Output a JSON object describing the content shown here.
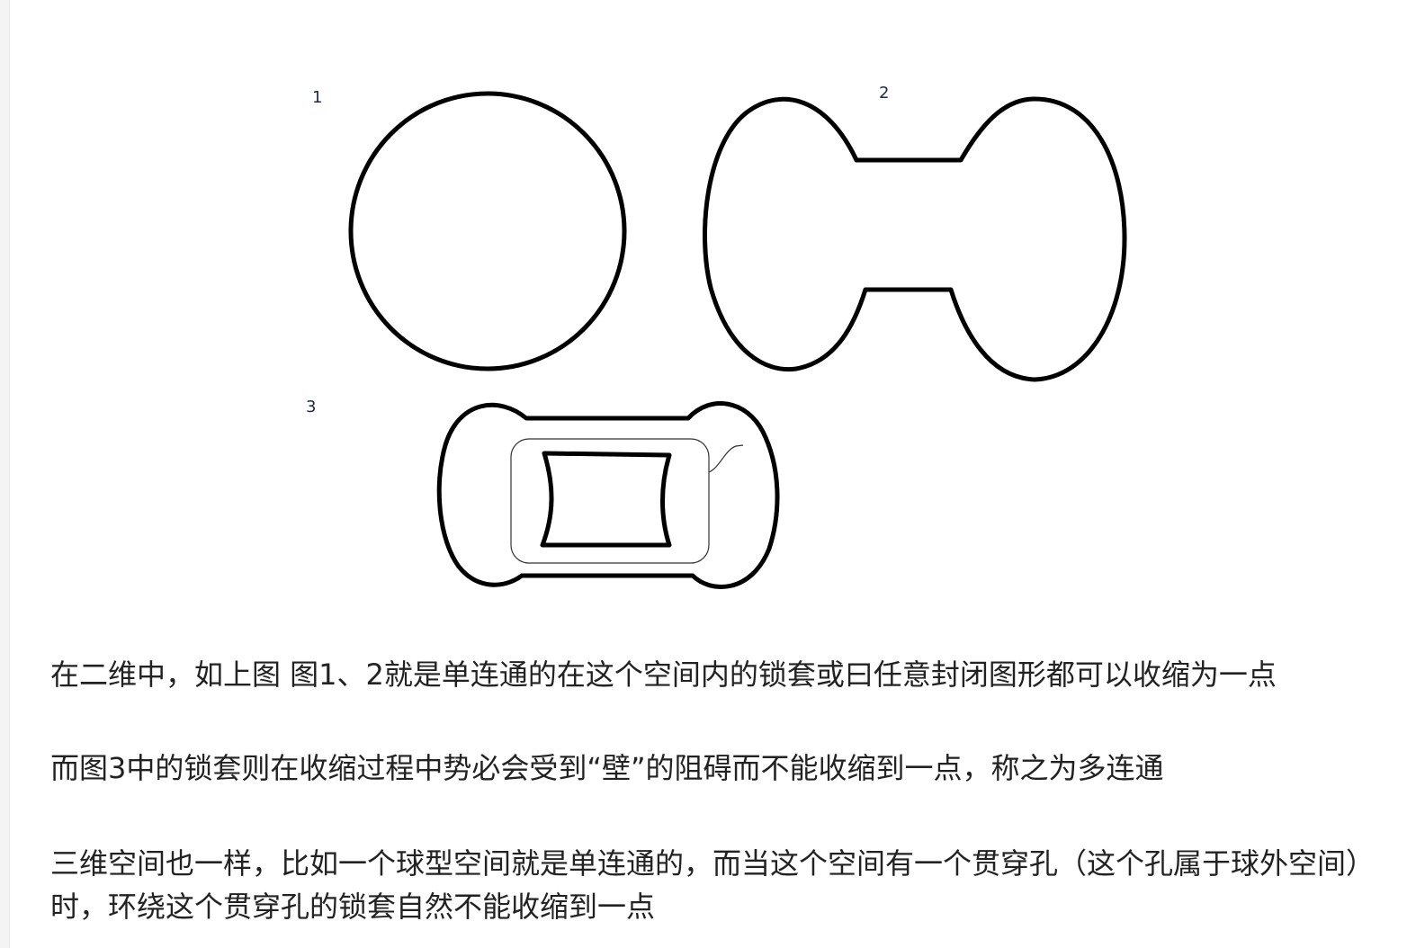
{
  "figure": {
    "labels": {
      "fig1": "1",
      "fig2": "2",
      "fig3": "3"
    },
    "stroke_color": "#000000"
  },
  "paragraphs": [
    "在二维中，如上图 图1、2就是单连通的在这个空间内的锁套或曰任意封闭图形都可以收缩为一点",
    "而图3中的锁套则在收缩过程中势必会受到“壁”的阻碍而不能收缩到一点，称之为多连通",
    "三维空间也一样，比如一个球型空间就是单连通的，而当这个空间有一个贯穿孔（这个孔属于球外空间）时，环绕这个贯穿孔的锁套自然不能收缩到一点"
  ]
}
